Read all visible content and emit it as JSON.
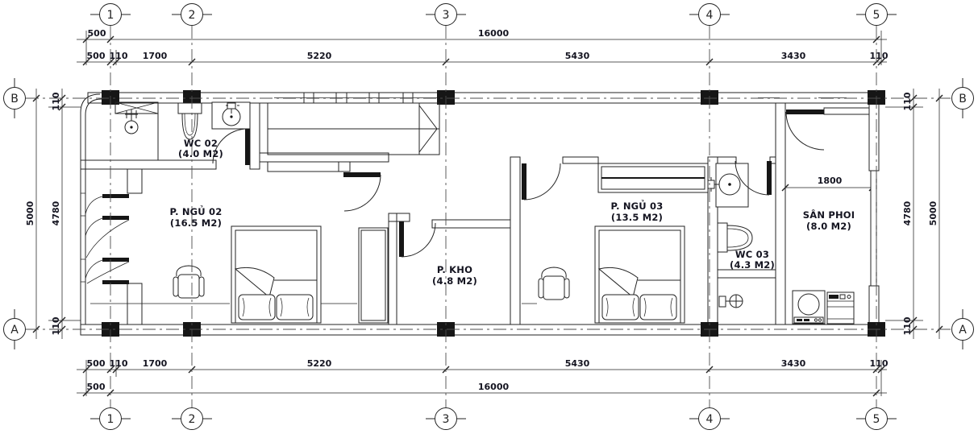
{
  "drawing": {
    "rooms": [
      {
        "name": "WC 02",
        "area": "(4.0 M2)"
      },
      {
        "name": "P. NGỦ 02",
        "area": "(16.5 M2)"
      },
      {
        "name": "P. KHO",
        "area": "(4.8 M2)"
      },
      {
        "name": "P. NGỦ 03",
        "area": "(13.5 M2)"
      },
      {
        "name": "WC 03",
        "area": "(4.3 M2)"
      },
      {
        "name": "SÂN PHOI",
        "area": "(8.0 M2)"
      }
    ],
    "grid_cols": [
      "1",
      "2",
      "3",
      "4",
      "5"
    ],
    "grid_rows": [
      "B",
      "A"
    ],
    "dims": {
      "top_overall": [
        "500",
        "16000"
      ],
      "top_detail": [
        "500",
        "110",
        "1700",
        "5220",
        "5430",
        "3430",
        "110"
      ],
      "bottom_detail": [
        "500",
        "110",
        "1700",
        "5220",
        "5430",
        "3430",
        "110"
      ],
      "bottom_overall": [
        "500",
        "16000"
      ],
      "left_overall": "5000",
      "left_inner": [
        "110",
        "4780",
        "110"
      ],
      "right_overall": "5000",
      "right_inner": [
        "110",
        "4780",
        "110"
      ],
      "san_phoi_width": "1800"
    },
    "line_color": "#232323",
    "column_color": "#161616"
  }
}
